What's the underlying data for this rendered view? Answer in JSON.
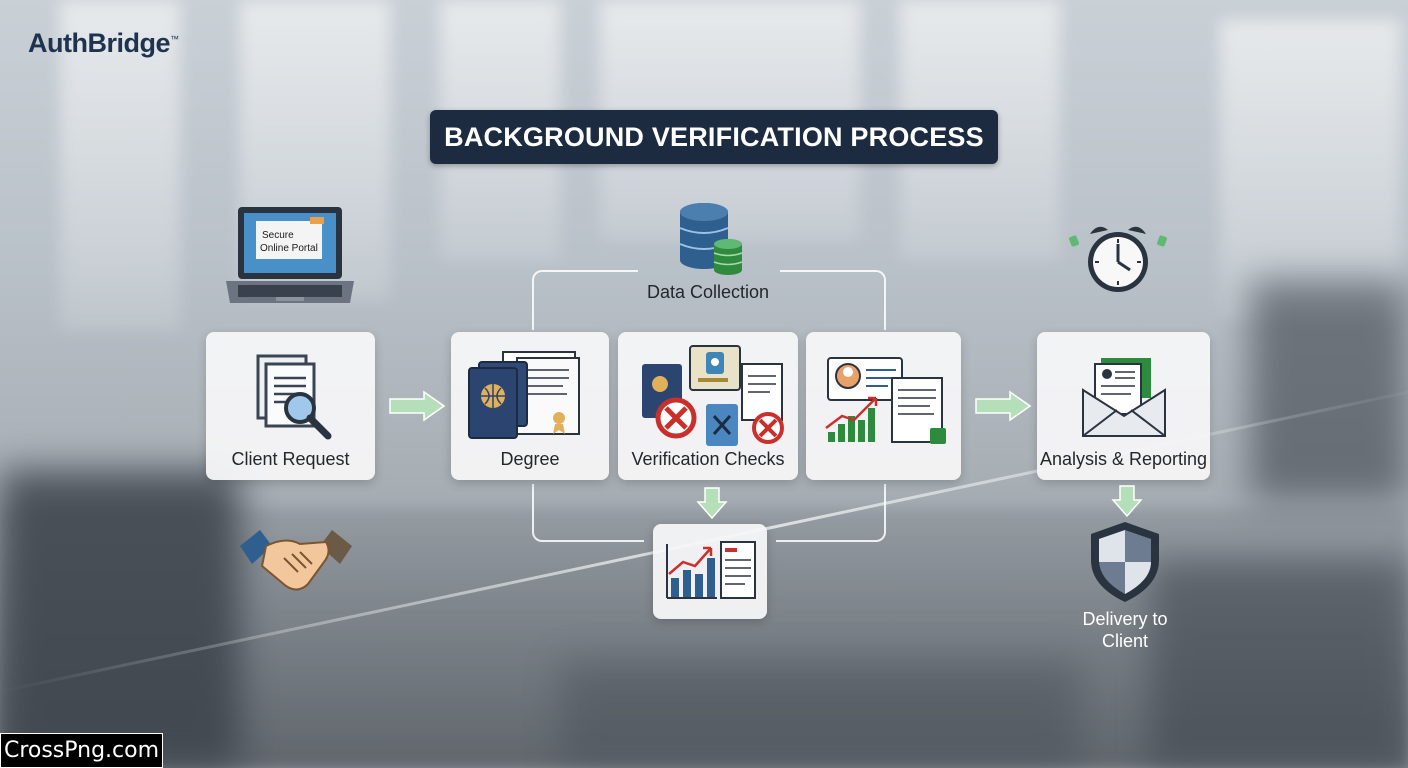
{
  "brand": {
    "name": "AuthBridge",
    "mark": "™"
  },
  "title": "BACKGROUND VERIFICATION PROCESS",
  "laptop": {
    "line1": "Secure",
    "line2": "Online Portal"
  },
  "steps": [
    {
      "label": "Client Request"
    },
    {
      "label": "Degree"
    },
    {
      "label": "Verification Checks"
    },
    {
      "label": ""
    },
    {
      "label": "Analysis & Reporting"
    }
  ],
  "data_collection": "Data Collection",
  "delivery": {
    "line1": "Delivery to",
    "line2": "Client"
  },
  "watermark": "CrossPng.com",
  "colors": {
    "navy": "#1c2b40",
    "arrow_green": "#a9d8ae",
    "red": "#c9302c",
    "chart_green": "#2e8b3e",
    "blue": "#2f5f8f"
  }
}
